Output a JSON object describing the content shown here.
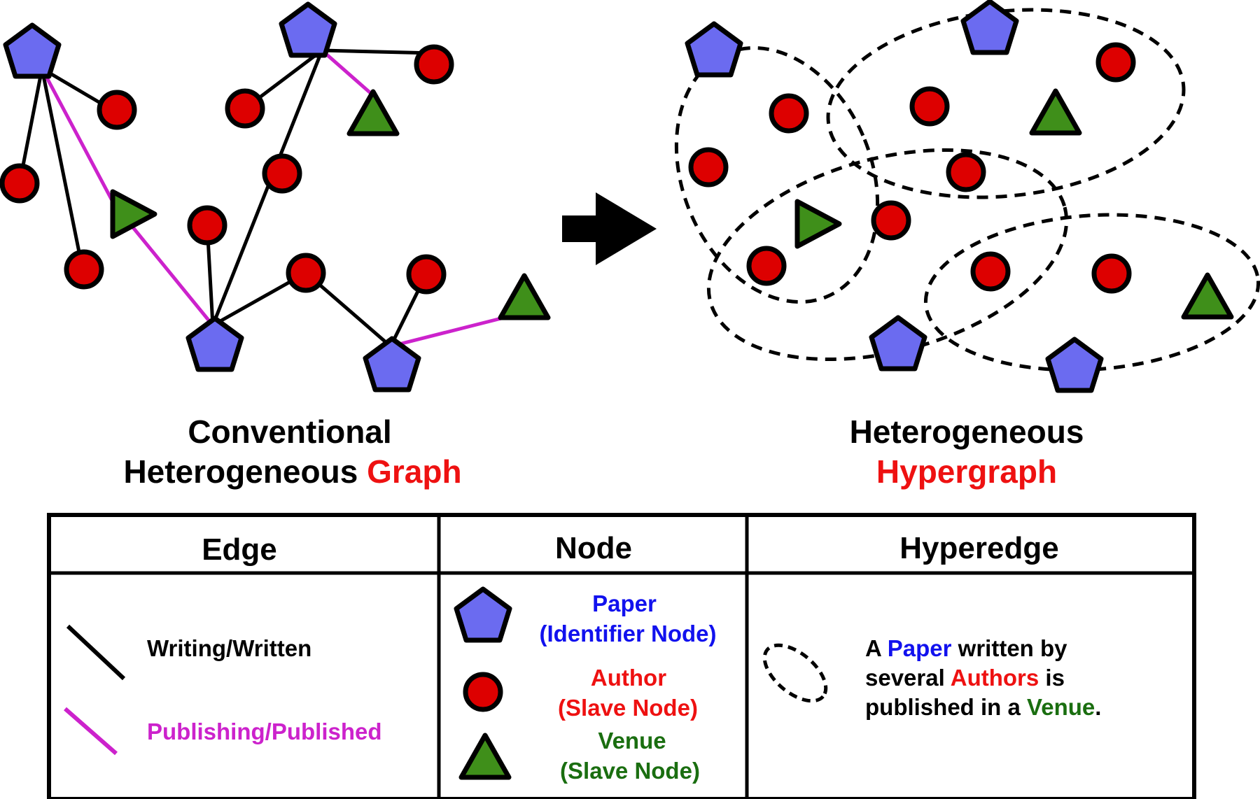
{
  "colors": {
    "paper": "#6b6bf0",
    "author": "#dd0000",
    "venue": "#3f8f1a",
    "writing_edge": "#000000",
    "publishing_edge": "#cc22cc",
    "blue_text": "#1111ee",
    "red_text": "#ee1111",
    "green_text": "#1a6e10",
    "magenta_text": "#cc22cc"
  },
  "icons": {
    "paper": "pentagon",
    "author": "circle",
    "venue": "triangle",
    "hyperedge": "dashed-ellipse",
    "transform": "right-arrow"
  },
  "left_title": {
    "line1": "Conventional",
    "line2_prefix": "Heterogeneous",
    "line2_highlight": "Graph"
  },
  "right_title": {
    "line1": "Heterogeneous",
    "line2_highlight": "Hypergraph"
  },
  "legend": {
    "headers": {
      "edge": "Edge",
      "node": "Node",
      "hyperedge": "Hyperedge"
    },
    "edges": {
      "writing": "Writing/Written",
      "publishing": "Publishing/Published"
    },
    "nodes": {
      "paper": {
        "name": "Paper",
        "role": "(Identifier Node)"
      },
      "author": {
        "name": "Author",
        "role": "(Slave Node)"
      },
      "venue": {
        "name": "Venue",
        "role": "(Slave Node)"
      }
    },
    "hyperedge_desc": {
      "l1_a": "A",
      "l1_paper": "Paper",
      "l1_b": "written by",
      "l2_a": "several",
      "l2_authors": "Authors",
      "l2_b": "is",
      "l3_a": "published in a",
      "l3_venue": "Venue",
      "l3_b": "."
    }
  }
}
